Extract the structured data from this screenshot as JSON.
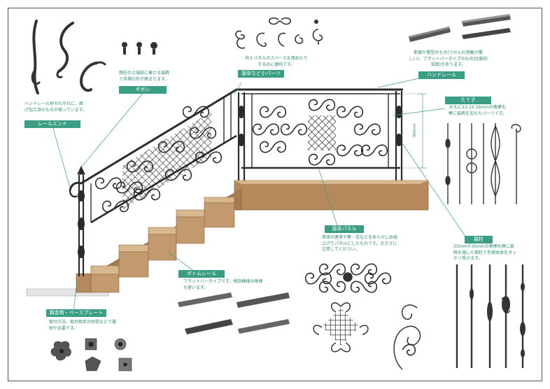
{
  "labels": {
    "rail_end": "レールエンド",
    "giboshi": "ギボシ",
    "karakusa_small": "唐草など小パーツ",
    "handrail": "ハンドレール",
    "tatego": "たて子",
    "karakusa_panel": "唐草パネル",
    "oyabashira": "親柱",
    "bottom_rail": "ボトムレール",
    "fittings": "親金物・ベースプレート"
  },
  "notes": {
    "rail_end": "ハンドレール材それぞれに、曲\nげ加工済のものが揃っています。",
    "giboshi": "親柱の上端部に乗せる装飾\nで手摺の形が締まります。",
    "karakusa_small": "枠とパネルのスペースを埋めたり\nするのに便利です。",
    "handrail": "断面が異型のもの(つかんだ感触が優\nしい)、フラットバータイプのもの(比較的\n安価)があります。",
    "tatego": "おもに12.14.16mmの角棒丸\n棒に装飾を加えたパーツです。",
    "karakusa_panel": "単体の唐草や葉・花などをあらかじめ組\n上げてパネルにしたものです。大きさに\n注意してください。",
    "oyabashira": "25mmや30mmの角棒丸棒に装\n飾を施した親柱で手摺本体をガッ\nチリ受けます。",
    "bottom_rail": "フラットバータイプです。桟目模様の角棒\nも使います。",
    "fittings": "取付方法、取付相手の材質などで選\n択が必要です。"
  },
  "dimension": "900mm",
  "colors": {
    "accent": "#3a9e85",
    "note_text": "#2e8b74",
    "iron": "#2b2b2b",
    "stair_wood": "#b5895c",
    "stair_edge": "#8a5f3b"
  }
}
